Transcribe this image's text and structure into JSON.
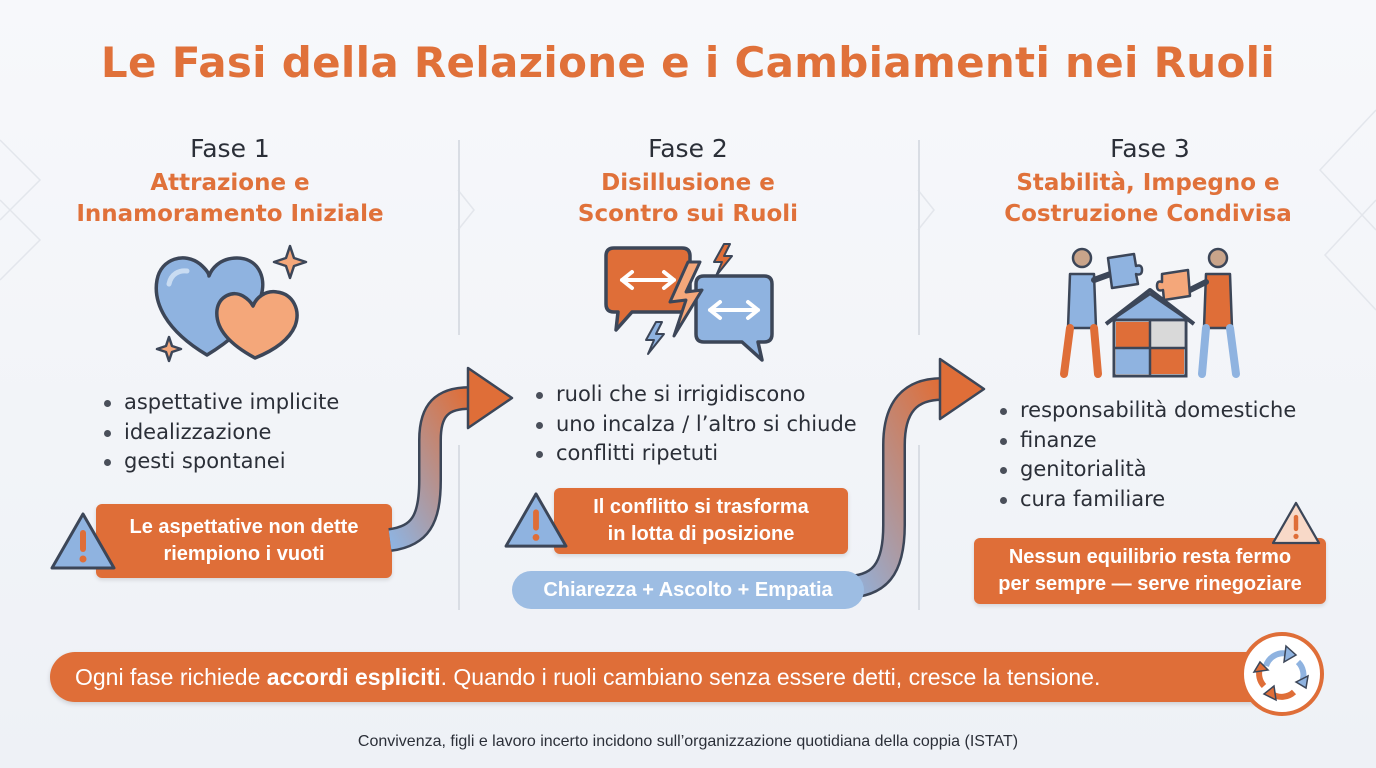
{
  "title": "Le Fasi della Relazione e i Cambiamenti nei Ruoli",
  "phases": [
    {
      "number": "Fase 1",
      "name_line1": "Attrazione e",
      "name_line2": "Innamoramento Iniziale",
      "icon": "hearts-icon",
      "bullets": [
        "aspettative implicite",
        "idealizzazione",
        "gesti spontanei"
      ],
      "warning_line1": "Le aspettative non dette",
      "warning_line2": "riempiono i vuoti"
    },
    {
      "number": "Fase 2",
      "name_line1": "Disillusione e",
      "name_line2": "Scontro sui Ruoli",
      "icon": "conflict-speech-bubbles-icon",
      "bullets": [
        "ruoli che si irrigidiscono",
        "uno incalza / l’altro si chiude",
        "conflitti ripetuti"
      ],
      "warning_line1": "Il conflitto si trasforma",
      "warning_line2": "in lotta di posizione",
      "transition_label": "Chiarezza + Ascolto + Empatia"
    },
    {
      "number": "Fase 3",
      "name_line1": "Stabilità, Impegno e",
      "name_line2": "Costruzione Condivisa",
      "icon": "people-building-house-icon",
      "bullets": [
        "responsabilità domestiche",
        "finanze",
        "genitorialità",
        "cura familiare"
      ],
      "warning_line1": "Nessun equilibrio resta fermo",
      "warning_line2": "per sempre — serve rinegoziare"
    }
  ],
  "banner": {
    "before": "Ogni fase richiede ",
    "bold": "accordi espliciti",
    "after": ". Quando i ruoli cambiano senza essere detti, cresce la tensione."
  },
  "footer": "Convivenza, figli e lavoro incerto incidono sull’organizzazione quotidiana della coppia (ISTAT)",
  "colors": {
    "accent": "#df6e38",
    "blue": "#8fb3e0",
    "text": "#2b2f38"
  }
}
